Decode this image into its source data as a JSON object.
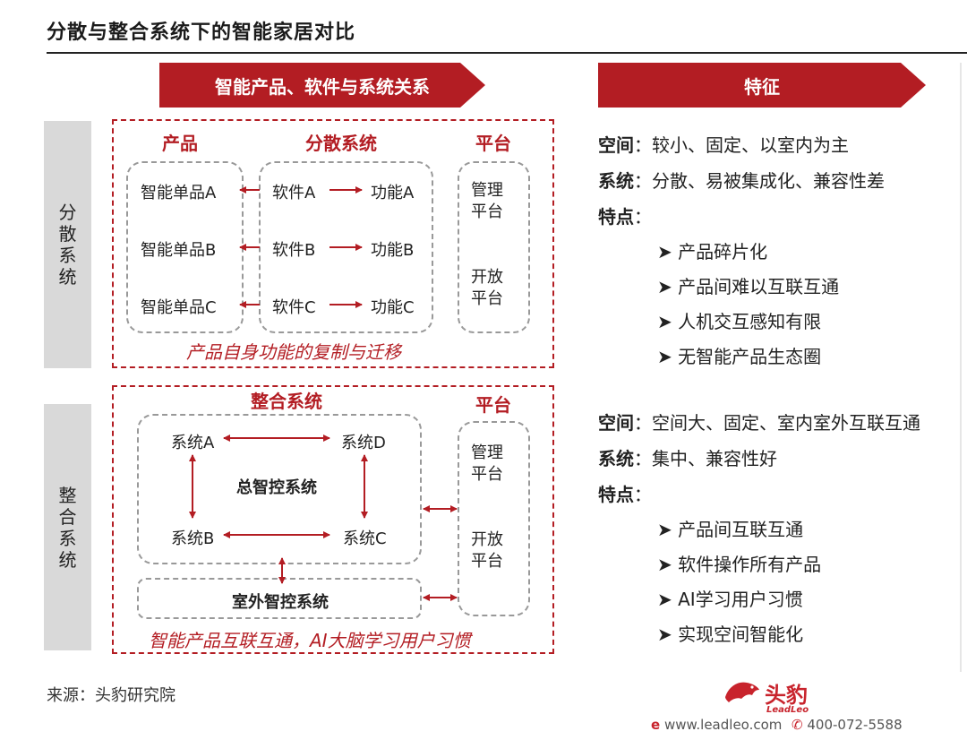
{
  "title": "分散与整合系统下的智能家居对比",
  "banner_left": "智能产品、软件与系统关系",
  "banner_right": "特征",
  "section1": {
    "side_label": "分\n散\n系\n统",
    "col_product": "产品",
    "col_system": "分散系统",
    "col_platform": "平台",
    "products": [
      "智能单品A",
      "智能单品B",
      "智能单品C"
    ],
    "software": [
      "软件A",
      "软件B",
      "软件C"
    ],
    "functions": [
      "功能A",
      "功能B",
      "功能C"
    ],
    "platform_manage": "管理\n平台",
    "platform_open": "开放\n平台",
    "caption": "产品自身功能的复制与迁移"
  },
  "section2": {
    "side_label": "整\n合\n系\n统",
    "head_system": "整合系统",
    "head_platform": "平台",
    "sys_a": "系统A",
    "sys_b": "系统B",
    "sys_c": "系统C",
    "sys_d": "系统D",
    "center": "总智控系统",
    "outdoor": "室外智控系统",
    "platform_manage": "管理\n平台",
    "platform_open": "开放\n平台",
    "caption": "智能产品互联互通，AI大脑学习用户习惯"
  },
  "features1": {
    "space_key": "空间",
    "space_val": "：较小、固定、以室内为主",
    "system_key": "系统",
    "system_val": "：分散、易被集成化、兼容性差",
    "traits_key": "特点",
    "traits_sep": "：",
    "bullets": [
      "产品碎片化",
      "产品间难以互联互通",
      "人机交互感知有限",
      "无智能产品生态圈"
    ]
  },
  "features2": {
    "space_key": "空间",
    "space_val": "：空间大、固定、室内室外互联互通",
    "system_key": "系统",
    "system_val": "：集中、兼容性好",
    "traits_key": "特点",
    "traits_sep": "：",
    "bullets": [
      "产品间互联互通",
      "软件操作所有产品",
      "AI学习用户习惯",
      "实现空间智能化"
    ]
  },
  "bullet_glyph": "➤",
  "source": "来源：头豹研究院",
  "logo": {
    "name": "头豹",
    "sub": "LeadLeo"
  },
  "contact": {
    "web": "www.leadleo.com",
    "phone": "400-072-5588"
  },
  "colors": {
    "accent": "#b31d23",
    "side": "#d9d9d9",
    "dash_gray": "#999999"
  }
}
